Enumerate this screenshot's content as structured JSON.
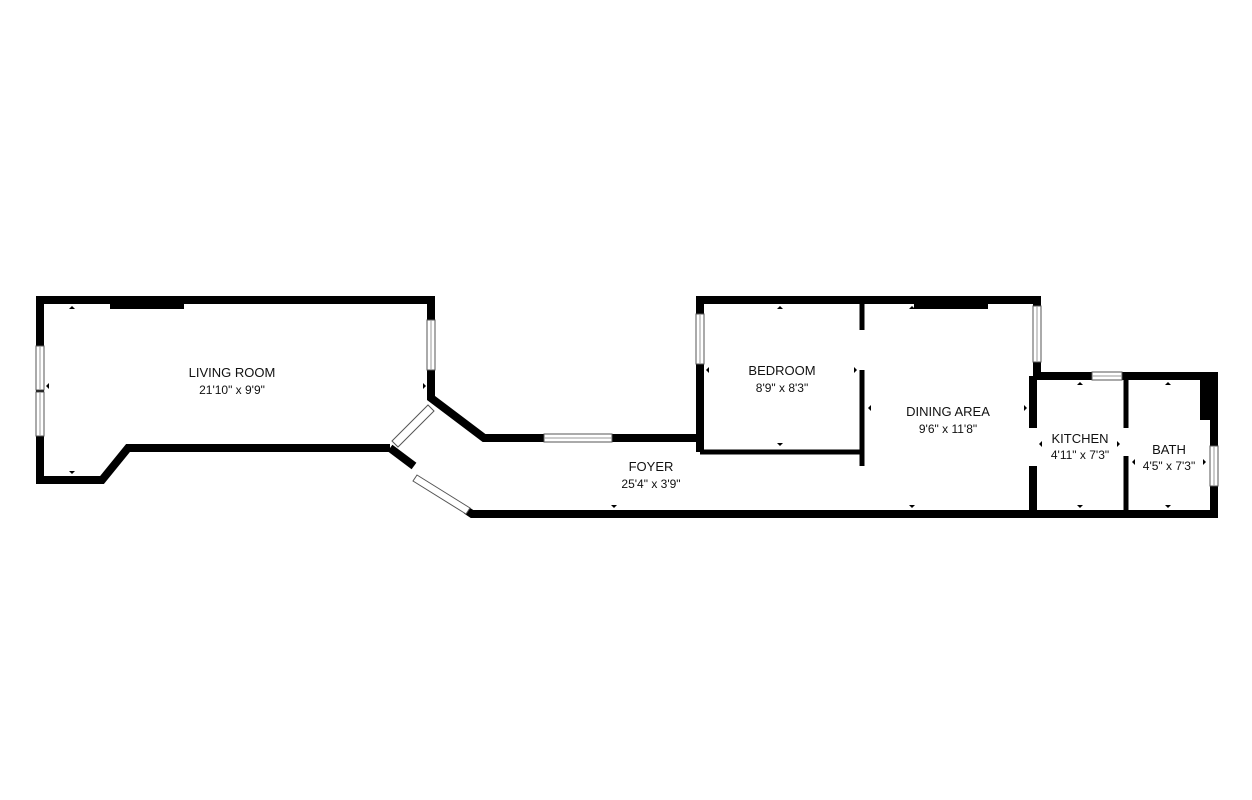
{
  "rooms": {
    "living_room": {
      "name": "LIVING ROOM",
      "dims": "21'10\" x 9'9\""
    },
    "foyer": {
      "name": "FOYER",
      "dims": "25'4\" x 3'9\""
    },
    "bedroom": {
      "name": "BEDROOM",
      "dims": "8'9\" x 8'3\""
    },
    "dining_area": {
      "name": "DINING AREA",
      "dims": "9'6\" x 11'8\""
    },
    "kitchen": {
      "name": "KITCHEN",
      "dims": "4'11\" x 7'3\""
    },
    "bath": {
      "name": "BATH",
      "dims": "4'5\" x 7'3\""
    }
  },
  "colors": {
    "wall": "#000000",
    "background": "#ffffff",
    "window": "#9a9a9a"
  }
}
